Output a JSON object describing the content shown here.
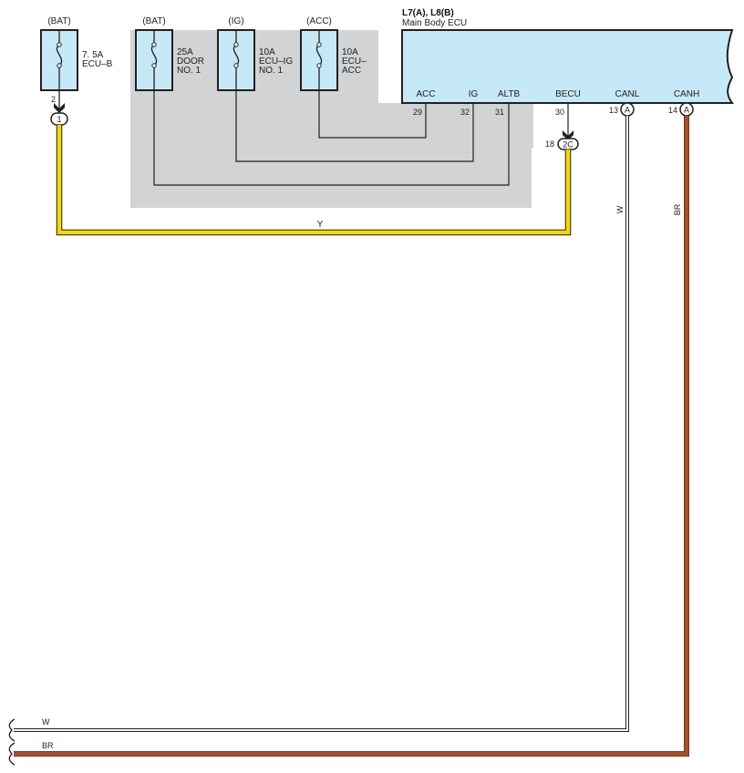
{
  "ecu": {
    "connector_title": "L7(A), L8(B)",
    "name": "Main Body ECU",
    "pins": [
      {
        "name": "ACC",
        "number": "29"
      },
      {
        "name": "IG",
        "number": "32"
      },
      {
        "name": "ALTB",
        "number": "31"
      },
      {
        "name": "BECU",
        "number": "30"
      },
      {
        "name": "CANL",
        "number": "13",
        "connector": "A"
      },
      {
        "name": "CANH",
        "number": "14",
        "connector": "A"
      }
    ]
  },
  "fuses": [
    {
      "source": "(BAT)",
      "rating": "7. 5A",
      "name_lines": [
        "ECU–B"
      ],
      "pin": "2",
      "connector": "1"
    },
    {
      "source": "(BAT)",
      "rating": "25A",
      "name_lines": [
        "DOOR",
        "NO. 1"
      ]
    },
    {
      "source": "(IG)",
      "rating": "10A",
      "name_lines": [
        "ECU–IG",
        "NO. 1"
      ]
    },
    {
      "source": "(ACC)",
      "rating": "10A",
      "name_lines": [
        "ECU–",
        "ACC"
      ]
    }
  ],
  "junction": {
    "pin": "18",
    "connector": "2C"
  },
  "wires": {
    "yellow": {
      "label": "Y",
      "color": "#f5d800"
    },
    "canl": {
      "label": "W",
      "color": "#ffffff"
    },
    "canh": {
      "label": "BR",
      "color": "#a5502a"
    }
  },
  "colors": {
    "ecu_fill": "#c6e9f7",
    "fuse_fill": "#c6e9f7",
    "shade": "#d1d3d4",
    "line": "#231f20"
  }
}
